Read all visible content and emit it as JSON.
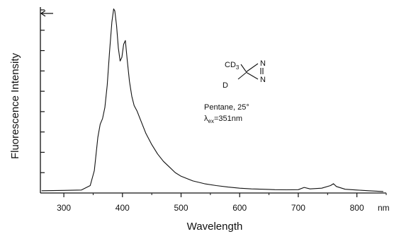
{
  "chart_data": {
    "type": "line",
    "title": "",
    "xlabel": "Wavelength",
    "ylabel": "Fluorescence Intensity",
    "x_unit": "nm",
    "xlim": [
      260,
      850
    ],
    "ylim": [
      0,
      1
    ],
    "x_ticks": [
      300,
      400,
      500,
      600,
      700,
      800
    ],
    "y_tick_count": 9,
    "y_tick_labels": "none",
    "grid": false,
    "legend": "none",
    "annotations": {
      "solvent": "Pentane, 25°",
      "lambda_symbol": "λ",
      "lambda_sub": "ex",
      "lambda_value": "=351nm",
      "mol_cd": "CD",
      "mol_cd_sub": "3",
      "mol_d": "D",
      "mol_n": "N"
    },
    "series": [
      {
        "x": [
          262,
          300,
          330,
          345,
          352,
          358,
          362,
          366,
          370,
          374,
          378,
          382,
          385,
          387,
          390,
          393,
          396,
          399,
          402,
          405,
          408,
          412,
          416,
          420,
          425,
          430,
          440,
          450,
          460,
          470,
          480,
          490,
          500,
          520,
          540,
          560,
          580,
          600,
          620,
          640,
          660,
          680,
          700,
          710,
          720,
          740,
          755,
          760,
          765,
          780,
          800,
          820,
          845
        ],
        "y": [
          0.012,
          0.014,
          0.016,
          0.04,
          0.12,
          0.3,
          0.37,
          0.4,
          0.46,
          0.58,
          0.76,
          0.92,
          0.99,
          0.98,
          0.9,
          0.78,
          0.71,
          0.73,
          0.8,
          0.82,
          0.72,
          0.6,
          0.52,
          0.47,
          0.44,
          0.4,
          0.32,
          0.26,
          0.21,
          0.17,
          0.14,
          0.11,
          0.09,
          0.065,
          0.05,
          0.04,
          0.032,
          0.026,
          0.022,
          0.02,
          0.018,
          0.017,
          0.018,
          0.03,
          0.022,
          0.026,
          0.04,
          0.05,
          0.035,
          0.02,
          0.016,
          0.012,
          0.008
        ]
      }
    ]
  }
}
